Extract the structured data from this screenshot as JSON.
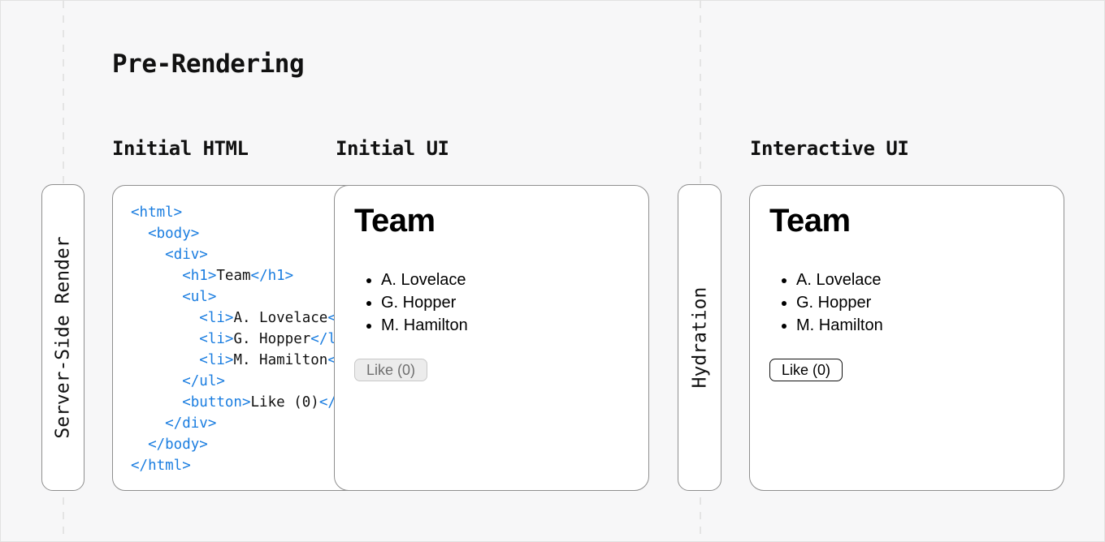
{
  "diagram": {
    "title": "Pre-Rendering",
    "column_labels": {
      "initial_html": "Initial HTML",
      "initial_ui": "Initial UI",
      "interactive_ui": "Interactive UI"
    },
    "steps": {
      "server_side_render": "Server-Side Render",
      "hydration": "Hydration"
    }
  },
  "code": {
    "lines": [
      [
        [
          "t",
          "<html>"
        ]
      ],
      [
        [
          "x",
          "  "
        ],
        [
          "t",
          "<body>"
        ]
      ],
      [
        [
          "x",
          "    "
        ],
        [
          "t",
          "<div>"
        ]
      ],
      [
        [
          "x",
          "      "
        ],
        [
          "t",
          "<h1>"
        ],
        [
          "x",
          "Team"
        ],
        [
          "t",
          "</h1>"
        ]
      ],
      [
        [
          "x",
          "      "
        ],
        [
          "t",
          "<ul>"
        ]
      ],
      [
        [
          "x",
          "        "
        ],
        [
          "t",
          "<li>"
        ],
        [
          "x",
          "A. Lovelace"
        ],
        [
          "t",
          "</li>"
        ]
      ],
      [
        [
          "x",
          "        "
        ],
        [
          "t",
          "<li>"
        ],
        [
          "x",
          "G. Hopper"
        ],
        [
          "t",
          "</li>"
        ]
      ],
      [
        [
          "x",
          "        "
        ],
        [
          "t",
          "<li>"
        ],
        [
          "x",
          "M. Hamilton"
        ],
        [
          "t",
          "</li>"
        ]
      ],
      [
        [
          "x",
          "      "
        ],
        [
          "t",
          "</ul>"
        ]
      ],
      [
        [
          "x",
          "      "
        ],
        [
          "t",
          "<button>"
        ],
        [
          "x",
          "Like (0)"
        ],
        [
          "t",
          "</button>"
        ]
      ],
      [
        [
          "x",
          "    "
        ],
        [
          "t",
          "</div>"
        ]
      ],
      [
        [
          "x",
          "  "
        ],
        [
          "t",
          "</body>"
        ]
      ],
      [
        [
          "t",
          "</html>"
        ]
      ]
    ]
  },
  "initial_ui": {
    "heading": "Team",
    "members": [
      "A. Lovelace",
      "G. Hopper",
      "M. Hamilton"
    ],
    "like_button_label": "Like (0)",
    "like_button_state": "disabled"
  },
  "interactive_ui": {
    "heading": "Team",
    "members": [
      "A. Lovelace",
      "G. Hopper",
      "M. Hamilton"
    ],
    "like_button_label": "Like (0)",
    "like_button_state": "enabled"
  },
  "colors": {
    "background": "#f7f7f8",
    "panel_border": "#8f8f8f",
    "code_tag_blue": "#1a7de0",
    "disabled_button_bg": "#ececec",
    "disabled_button_text": "#6f6f6f",
    "enabled_button_border": "#111111",
    "dashed_line": "#e4e4e4"
  }
}
